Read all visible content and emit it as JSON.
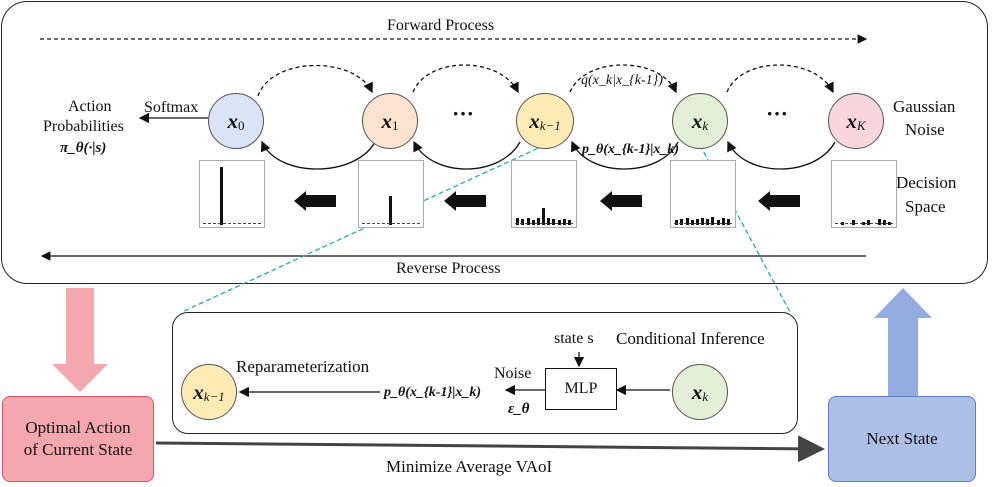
{
  "top": {
    "forward_label": "Forward Process",
    "reverse_label": "Reverse Process",
    "dots": "···",
    "q_label": "q(x_k|x_{k-1})",
    "p_label": "p_θ(x_{k-1}|x_k)",
    "gaussian_label_1": "Gaussian",
    "gaussian_label_2": "Noise",
    "decision_label_1": "Decision",
    "decision_label_2": "Space",
    "softmax_label": "Softmax",
    "action_label_1": "Action",
    "action_label_2": "Probabilities",
    "action_label_3": "π_θ(·|s)"
  },
  "nodes": [
    {
      "id": "x0",
      "main": "x",
      "sub": "0",
      "color": "#dbe3f7"
    },
    {
      "id": "x1",
      "main": "x",
      "sub": "1",
      "color": "#fbe3cf"
    },
    {
      "id": "xk-1",
      "main": "x",
      "sub": "k−1",
      "color": "#fdedb5"
    },
    {
      "id": "xk",
      "main": "x",
      "sub": "k",
      "color": "#e1efd6"
    },
    {
      "id": "xK",
      "main": "x",
      "sub": "K",
      "color": "#f9d6dc"
    }
  ],
  "histograms": [
    [
      0,
      0,
      0,
      1.0,
      0,
      0,
      0,
      0,
      0,
      0,
      0
    ],
    [
      0,
      0,
      0,
      0,
      0,
      0.5,
      0,
      0,
      0,
      0,
      0
    ],
    [
      0.12,
      0.1,
      0.12,
      0.08,
      0.12,
      0.3,
      0.12,
      0.1,
      0.08,
      0.1,
      0.08
    ],
    [
      0.08,
      0.1,
      0.12,
      0.08,
      0.1,
      0.12,
      0.1,
      0.14,
      0.08,
      0.12,
      0.1
    ],
    [
      0,
      0.06,
      0,
      0.08,
      0,
      0.06,
      0.08,
      0,
      0.1,
      0.08,
      0.06
    ]
  ],
  "inner": {
    "conditional_label": "Conditional Inference",
    "state_label": "state s",
    "mlp_label": "MLP",
    "noise_label": "Noise",
    "epsilon_label": "ε_θ",
    "p_label": "p_θ(x_{k-1}|x_k)",
    "reparam_label": "Reparameterization",
    "left_node_main": "x",
    "left_node_sub": "k−1",
    "left_node_color": "#fdedb5",
    "right_node_main": "x",
    "right_node_sub": "k",
    "right_node_color": "#e1efd6"
  },
  "bottom": {
    "optimal_label_1": "Optimal Action",
    "optimal_label_2": "of Current State",
    "optimal_color": "#f4a7ae",
    "next_label": "Next State",
    "next_color": "#aebfe6",
    "minimize_label": "Minimize Average VAoI"
  }
}
